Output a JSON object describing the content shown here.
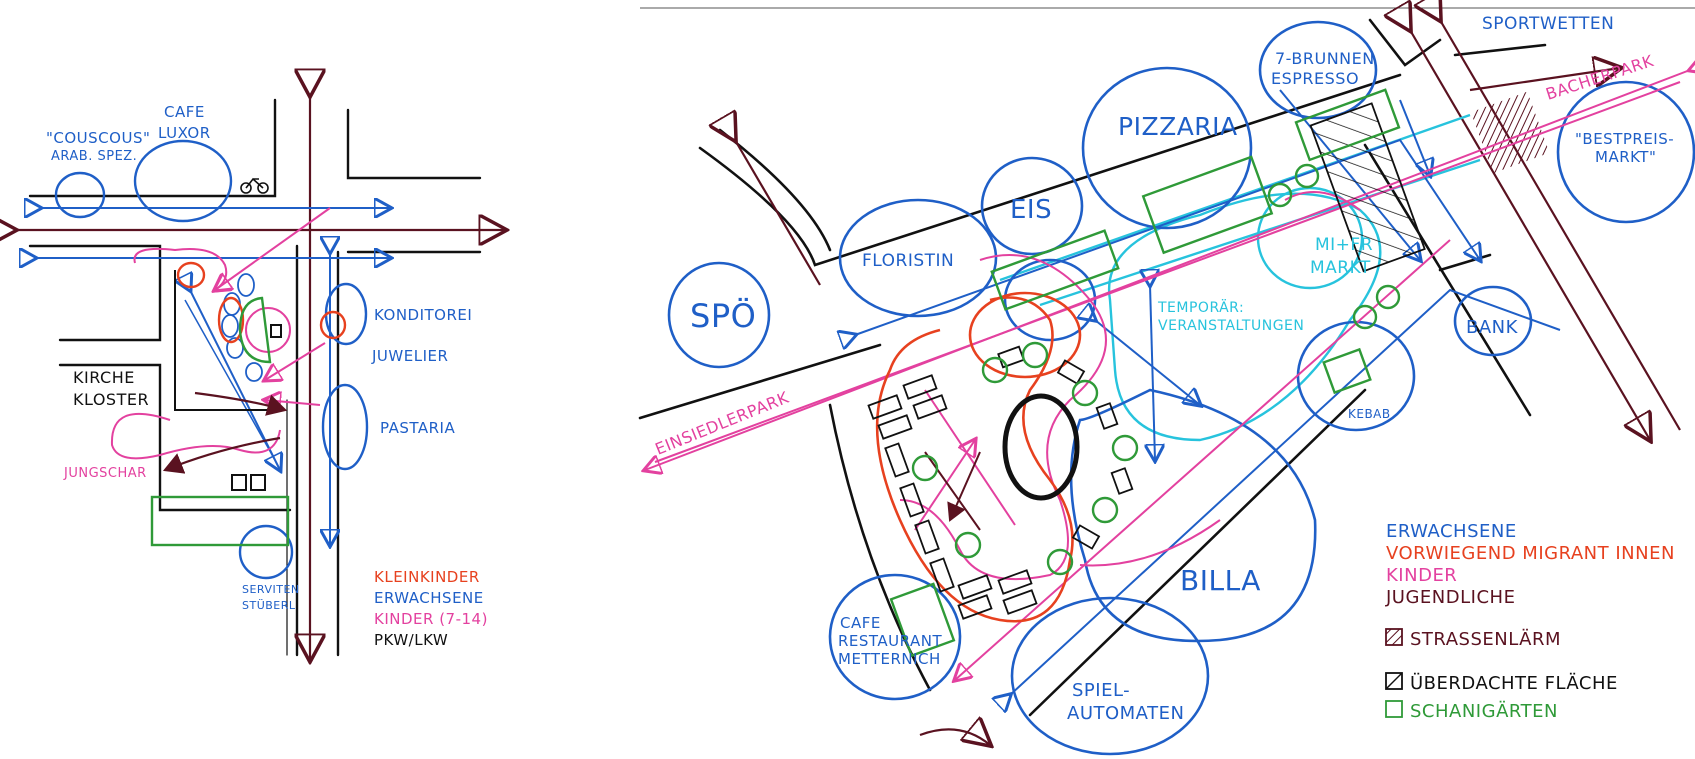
{
  "left_map": {
    "places": {
      "couscous": [
        "\"COUSCOUS\"",
        "ARAB. SPEZ."
      ],
      "cafe_luxor": [
        "CAFE",
        "LUXOR"
      ],
      "konditorei": "KONDITOREI",
      "juwelier": "JUWELIER",
      "pastaria": "PASTARIA",
      "kirche": "KIRCHE",
      "kloster": "KLOSTER",
      "jungschar": "JUNGSCHAR",
      "serviten": [
        "SERVITEN",
        "STÜBERL"
      ]
    },
    "legend": [
      {
        "label": "KLEINKINDER",
        "color": "#e7411f"
      },
      {
        "label": "ERWACHSENE",
        "color": "#1f5fc7"
      },
      {
        "label": "KINDER (7-14)",
        "color": "#e3419f"
      },
      {
        "label": "PKW/LKW",
        "color": "#111111"
      }
    ]
  },
  "right_map": {
    "places": {
      "sportwetten": "SPORTWETTEN",
      "brunnen": [
        "7-BRUNNEN",
        "ESPRESSO"
      ],
      "pizzaria": "PIZZARIA",
      "bestpreis": [
        "\"BESTPREIS-",
        "MARKT\""
      ],
      "bacherpark": "BACHERPARK",
      "eis": "EIS",
      "floristin": "FLORISTIN",
      "spo": "SPÖ",
      "mifr": [
        "MI+FR",
        "MARKT"
      ],
      "temporaer": [
        "TEMPORÄR:",
        "VERANSTALTUNGEN"
      ],
      "bank": "BANK",
      "kebab": "KEBAB",
      "einsiedlerpark": "EINSIEDLERPARK",
      "billa": "BILLA",
      "cafe_metternich": [
        "CAFE",
        "RESTAURANT",
        "METTERNICH"
      ],
      "spielautomaten": [
        "SPIEL-",
        "AUTOMATEN"
      ]
    },
    "legend_groups": [
      {
        "label": "ERWACHSENE",
        "color": "#1f5fc7"
      },
      {
        "label": "VORWIEGEND MIGRANT INNEN",
        "color": "#e7411f"
      },
      {
        "label": "KINDER",
        "color": "#e3419f"
      },
      {
        "label": "JUGENDLICHE",
        "color": "#5a1220"
      }
    ],
    "legend_symbols": [
      {
        "label": "STRASSENLÄRM",
        "color": "#5a1220",
        "symbol": "hatched-square"
      },
      {
        "label": "ÜBERDACHTE FLÄCHE",
        "color": "#111111",
        "symbol": "hatched-square"
      },
      {
        "label": "SCHANIGÄRTEN",
        "color": "#2f9a38",
        "symbol": "square"
      }
    ]
  }
}
